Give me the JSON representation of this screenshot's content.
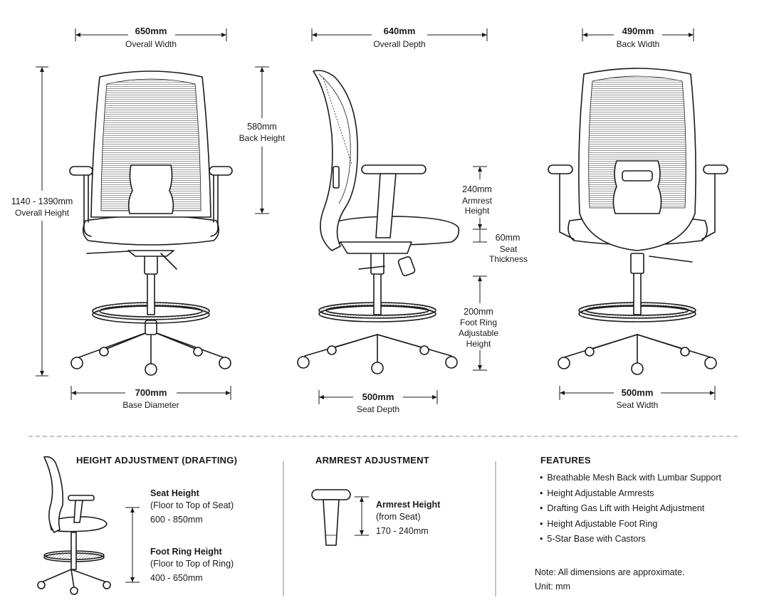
{
  "front": {
    "width": {
      "value": "650mm",
      "label": "Overall Width"
    },
    "height": {
      "value": "1140 - 1390mm",
      "label": "Overall Height"
    },
    "back_height": {
      "value": "580mm",
      "label": "Back Height"
    },
    "base": {
      "value": "700mm",
      "label": "Base Diameter"
    }
  },
  "side": {
    "depth": {
      "value": "640mm",
      "label": "Overall Depth"
    },
    "armrest": {
      "value": "240mm",
      "label_lines": [
        "Armrest",
        "Height"
      ]
    },
    "seat_thickness": {
      "value": "60mm",
      "label_lines": [
        "Seat",
        "Thickness"
      ]
    },
    "foot_ring": {
      "value": "200mm",
      "label_lines": [
        "Foot Ring",
        "Adjustable",
        "Height"
      ]
    },
    "seat_depth": {
      "value": "500mm",
      "label": "Seat Depth"
    }
  },
  "back": {
    "width": {
      "value": "490mm",
      "label": "Back Width"
    },
    "seat_width": {
      "value": "500mm",
      "label": "Seat Width"
    }
  },
  "height_panel": {
    "title": "HEIGHT ADJUSTMENT (DRAFTING)",
    "seat_height": {
      "title": "Seat Height",
      "sub": "(Floor to Top of Seat)",
      "range": "600 - 850mm"
    },
    "foot_ring_height": {
      "title": "Foot Ring Height",
      "sub": "(Floor to Top of Ring)",
      "range": "400 - 650mm"
    }
  },
  "armrest_panel": {
    "title": "ARMREST ADJUSTMENT",
    "armrest_height": {
      "title": "Armrest Height",
      "sub": "(from Seat)",
      "range": "170 - 240mm"
    }
  },
  "features_panel": {
    "title": "FEATURES",
    "items": [
      "Breathable Mesh Back with Lumbar Support",
      "Height Adjustable Armrests",
      "Drafting Gas Lift with Height Adjustment",
      "Height Adjustable Foot Ring",
      "5-Star Base with Castors"
    ],
    "note": "Note: All dimensions are approximate.",
    "unit": "Unit: mm"
  }
}
